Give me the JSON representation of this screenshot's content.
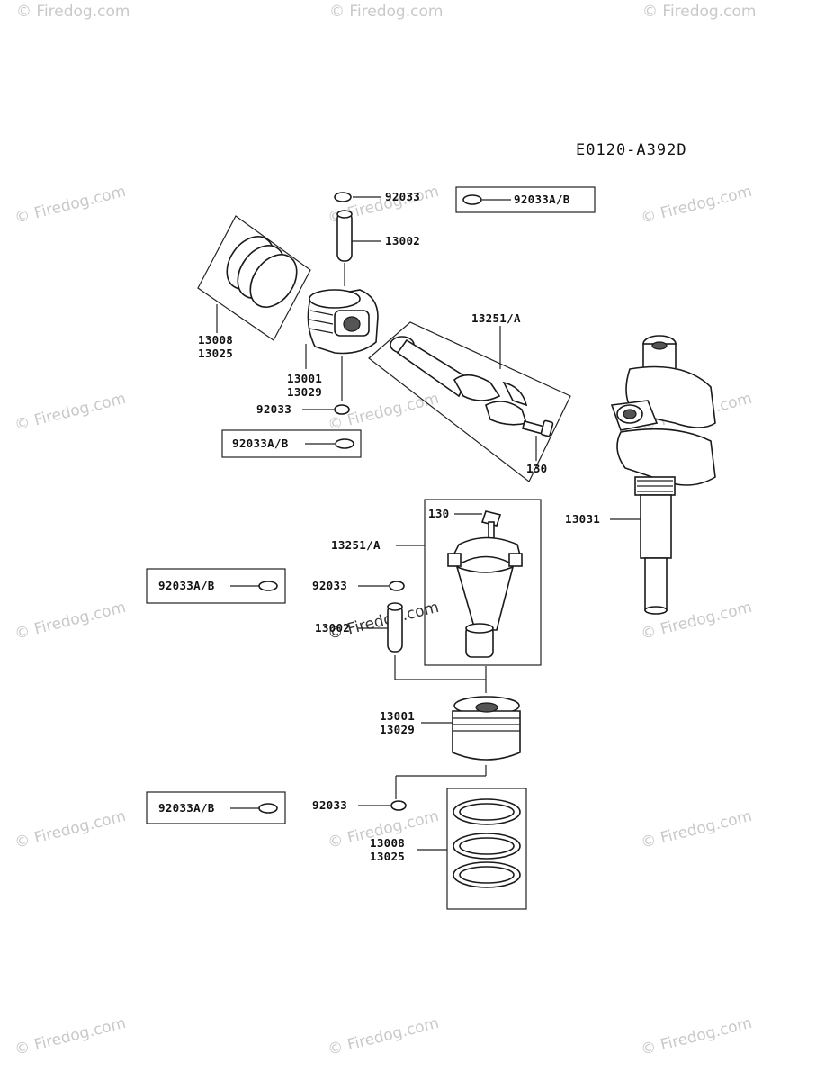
{
  "diagram_code": "E0120-A392D",
  "watermark": "© Firedog.com",
  "labels": {
    "top_clip": "92033",
    "top_clip_set": "92033A/B",
    "top_pin": "13002",
    "top_ring_a": "13008",
    "top_ring_b": "13025",
    "top_piston_a": "13001",
    "top_piston_b": "13029",
    "top_clip_lower": "92033",
    "mid_clip_set": "92033A/B",
    "top_rod": "13251/A",
    "top_bolt": "130",
    "crankshaft": "13031",
    "bot_bolt": "130",
    "bot_rod": "13251/A",
    "bot_clip_set_1": "92033A/B",
    "bot_clip_1": "92033",
    "bot_pin": "13002",
    "bot_piston_a": "13001",
    "bot_piston_b": "13029",
    "bot_clip_set_2": "92033A/B",
    "bot_clip_2": "92033",
    "bot_ring_a": "13008",
    "bot_ring_b": "13025"
  }
}
